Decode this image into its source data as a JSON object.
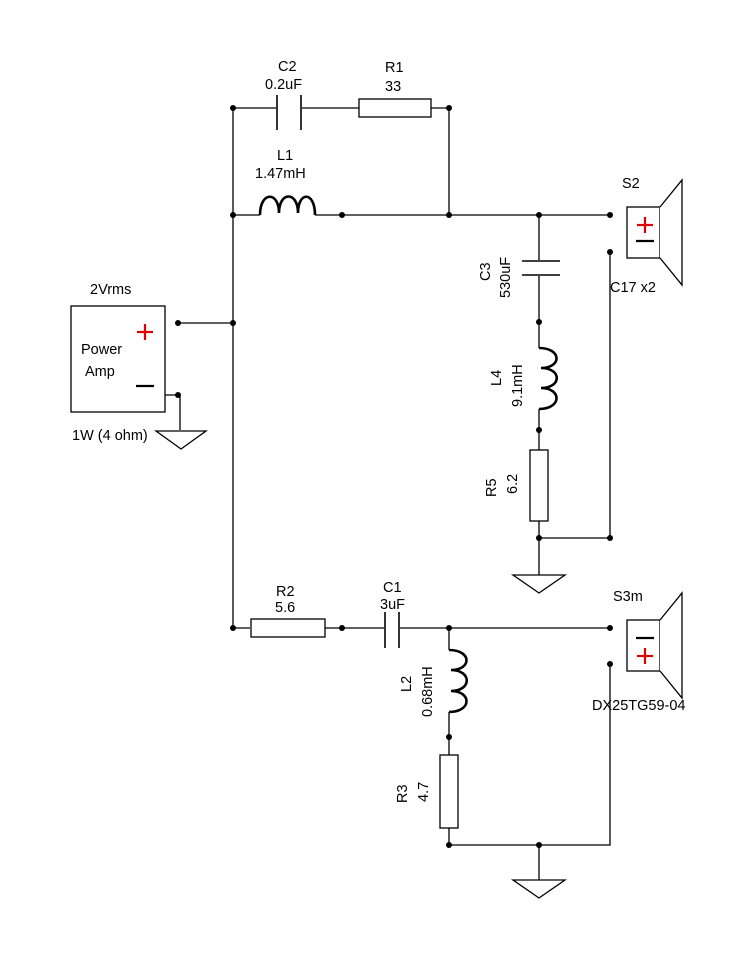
{
  "colors": {
    "background": "#ffffff",
    "wire": "#000000",
    "polarity_plus": "#e00000"
  },
  "amp": {
    "title": "2Vrms",
    "line1": "Power",
    "line2": "Amp",
    "note": "1W (4 ohm)"
  },
  "components": {
    "c2": {
      "ref": "C2",
      "value": "0.2uF"
    },
    "r1": {
      "ref": "R1",
      "value": "33"
    },
    "l1": {
      "ref": "L1",
      "value": "1.47mH"
    },
    "c3": {
      "ref": "C3",
      "value": "530uF"
    },
    "l4": {
      "ref": "L4",
      "value": "9.1mH"
    },
    "r5": {
      "ref": "R5",
      "value": "6.2"
    },
    "r2": {
      "ref": "R2",
      "value": "5.6"
    },
    "c1": {
      "ref": "C1",
      "value": "3uF"
    },
    "l2": {
      "ref": "L2",
      "value": "0.68mH"
    },
    "r3": {
      "ref": "R3",
      "value": "4.7"
    }
  },
  "speakers": {
    "s2": {
      "ref": "S2",
      "model": "C17 x2"
    },
    "s3": {
      "ref": "S3m",
      "model": "DX25TG59-04"
    }
  }
}
